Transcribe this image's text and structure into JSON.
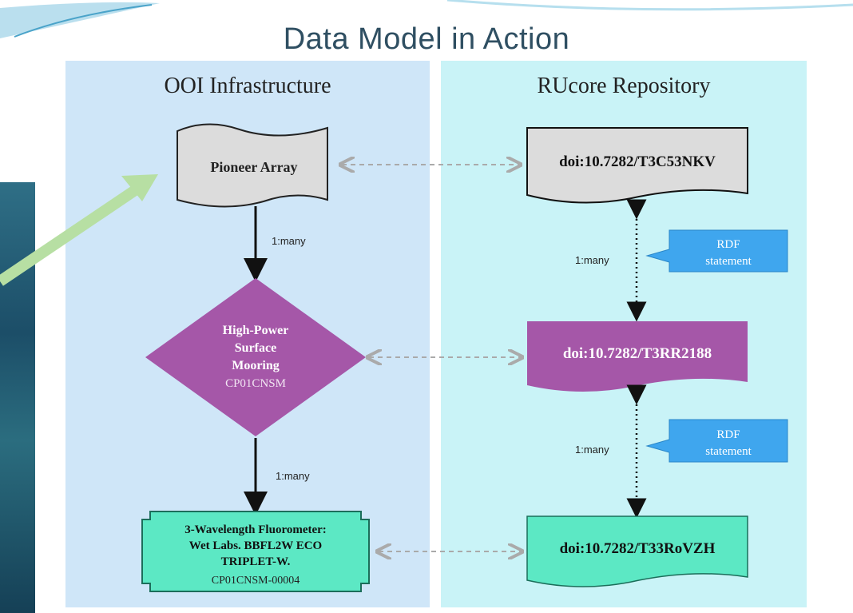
{
  "title": "Data Model in Action",
  "left_column": {
    "heading": "OOI Infrastructure",
    "pioneer": "Pioneer Array",
    "mooring_lines": [
      "High-Power",
      "Surface",
      "Mooring"
    ],
    "mooring_id": "CP01CNSM",
    "fluoro_lines": [
      "3-Wavelength Fluorometer:",
      "Wet Labs. BBFL2W ECO",
      "TRIPLET-W."
    ],
    "fluoro_id": "CP01CNSM-00004",
    "relation_1": "1:many",
    "relation_2": "1:many"
  },
  "right_column": {
    "heading": "RUcore Repository",
    "doi_1": "doi:10.7282/T3C53NKV",
    "doi_2": "doi:10.7282/T3RR2188",
    "doi_3": "doi:10.7282/T33RoVZH",
    "relation_1": "1:many",
    "relation_2": "1:many",
    "callout_1": [
      "RDF",
      "statement"
    ],
    "callout_2": [
      "RDF",
      "statement"
    ]
  },
  "colors": {
    "left_panel": "#cfe6f8",
    "right_panel": "#c9f3f7",
    "gray_shape": "#dcdcdc",
    "purple_shape": "#a557a8",
    "teal_shape": "#5ce8c4",
    "callout": "#3fa6ee",
    "pointer_arrow": "#b7dfa3"
  }
}
